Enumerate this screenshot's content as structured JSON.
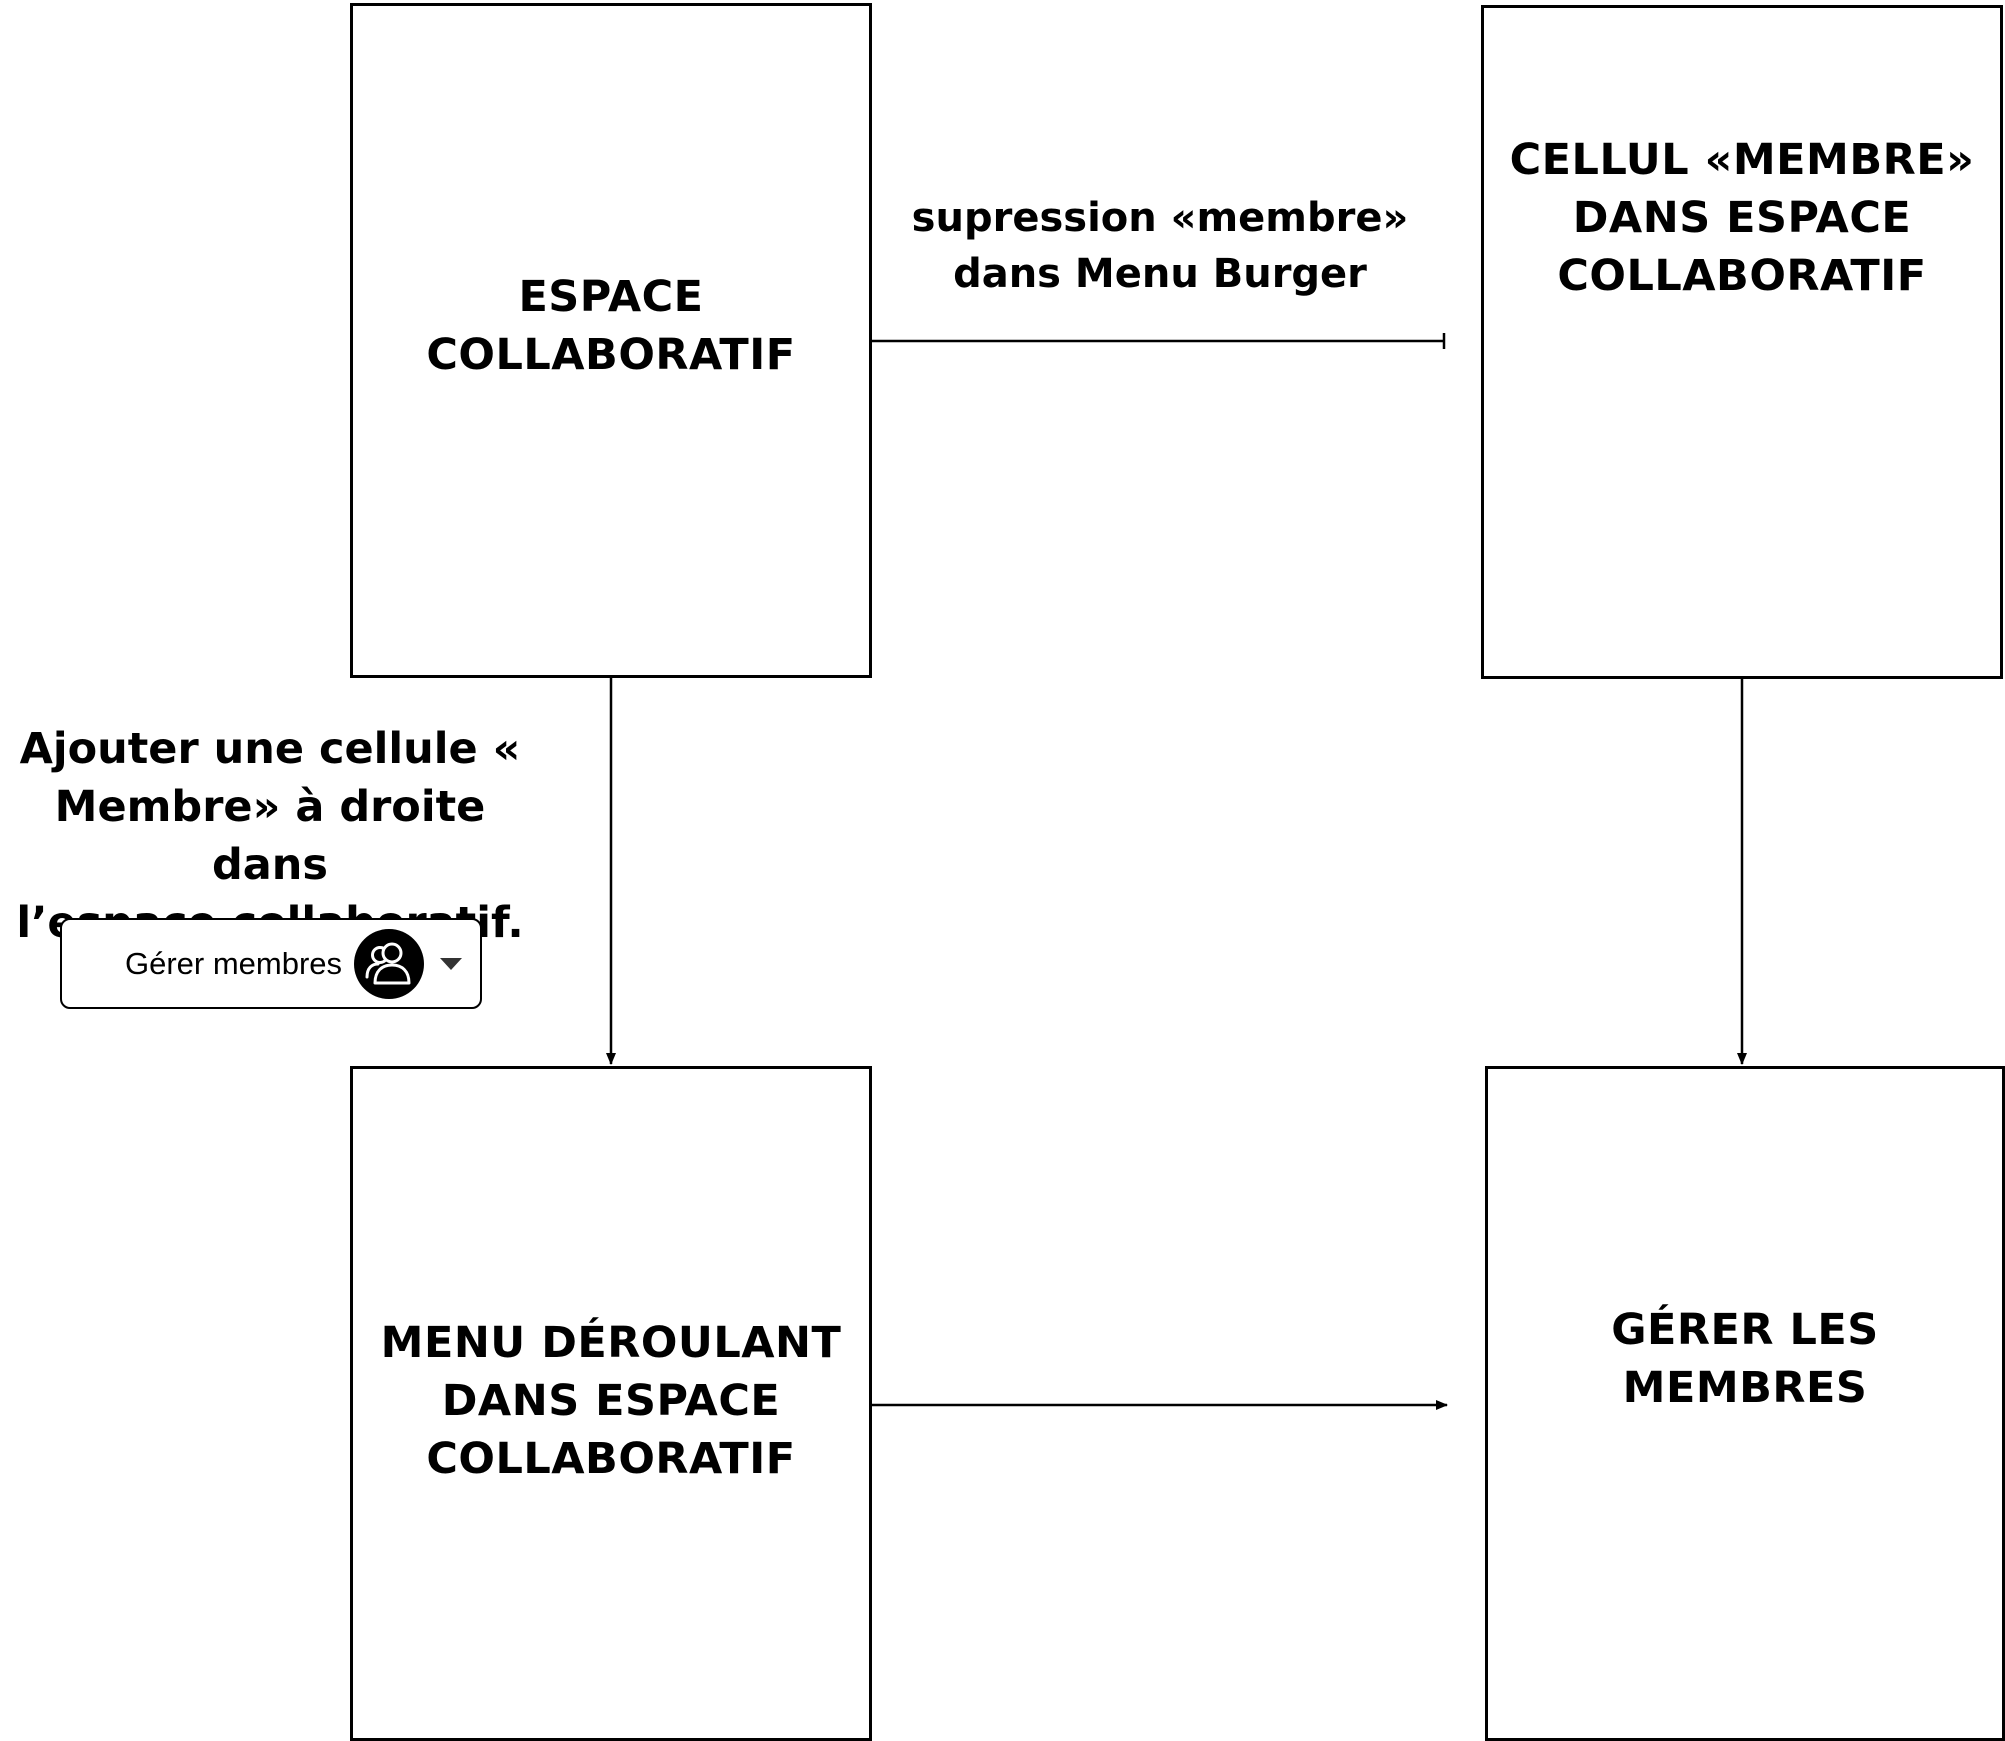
{
  "nodes": {
    "espace": {
      "label": "ESPACE COLLABORATIF"
    },
    "cellule": {
      "label": "CELLUL «MEMBRE» DANS ESPACE COLLABORATIF"
    },
    "menu": {
      "label": "MENU DÉROULANT DANS ESPACE COLLABORATIF"
    },
    "gerer": {
      "label": "GÉRER LES MEMBRES"
    }
  },
  "edges": {
    "suppression": {
      "label": "supression «membre» dans Menu Burger"
    },
    "ajouter": {
      "label_lines": [
        "Ajouter une cellule «",
        "Membre» à droite dans",
        "l’espace collaboratif."
      ]
    }
  },
  "example_button": {
    "label": "Gérer membres",
    "icon": "group-avatar-icon",
    "caret_icon": "caret-down-icon"
  },
  "colors": {
    "stroke": "#000000",
    "background": "#ffffff"
  }
}
